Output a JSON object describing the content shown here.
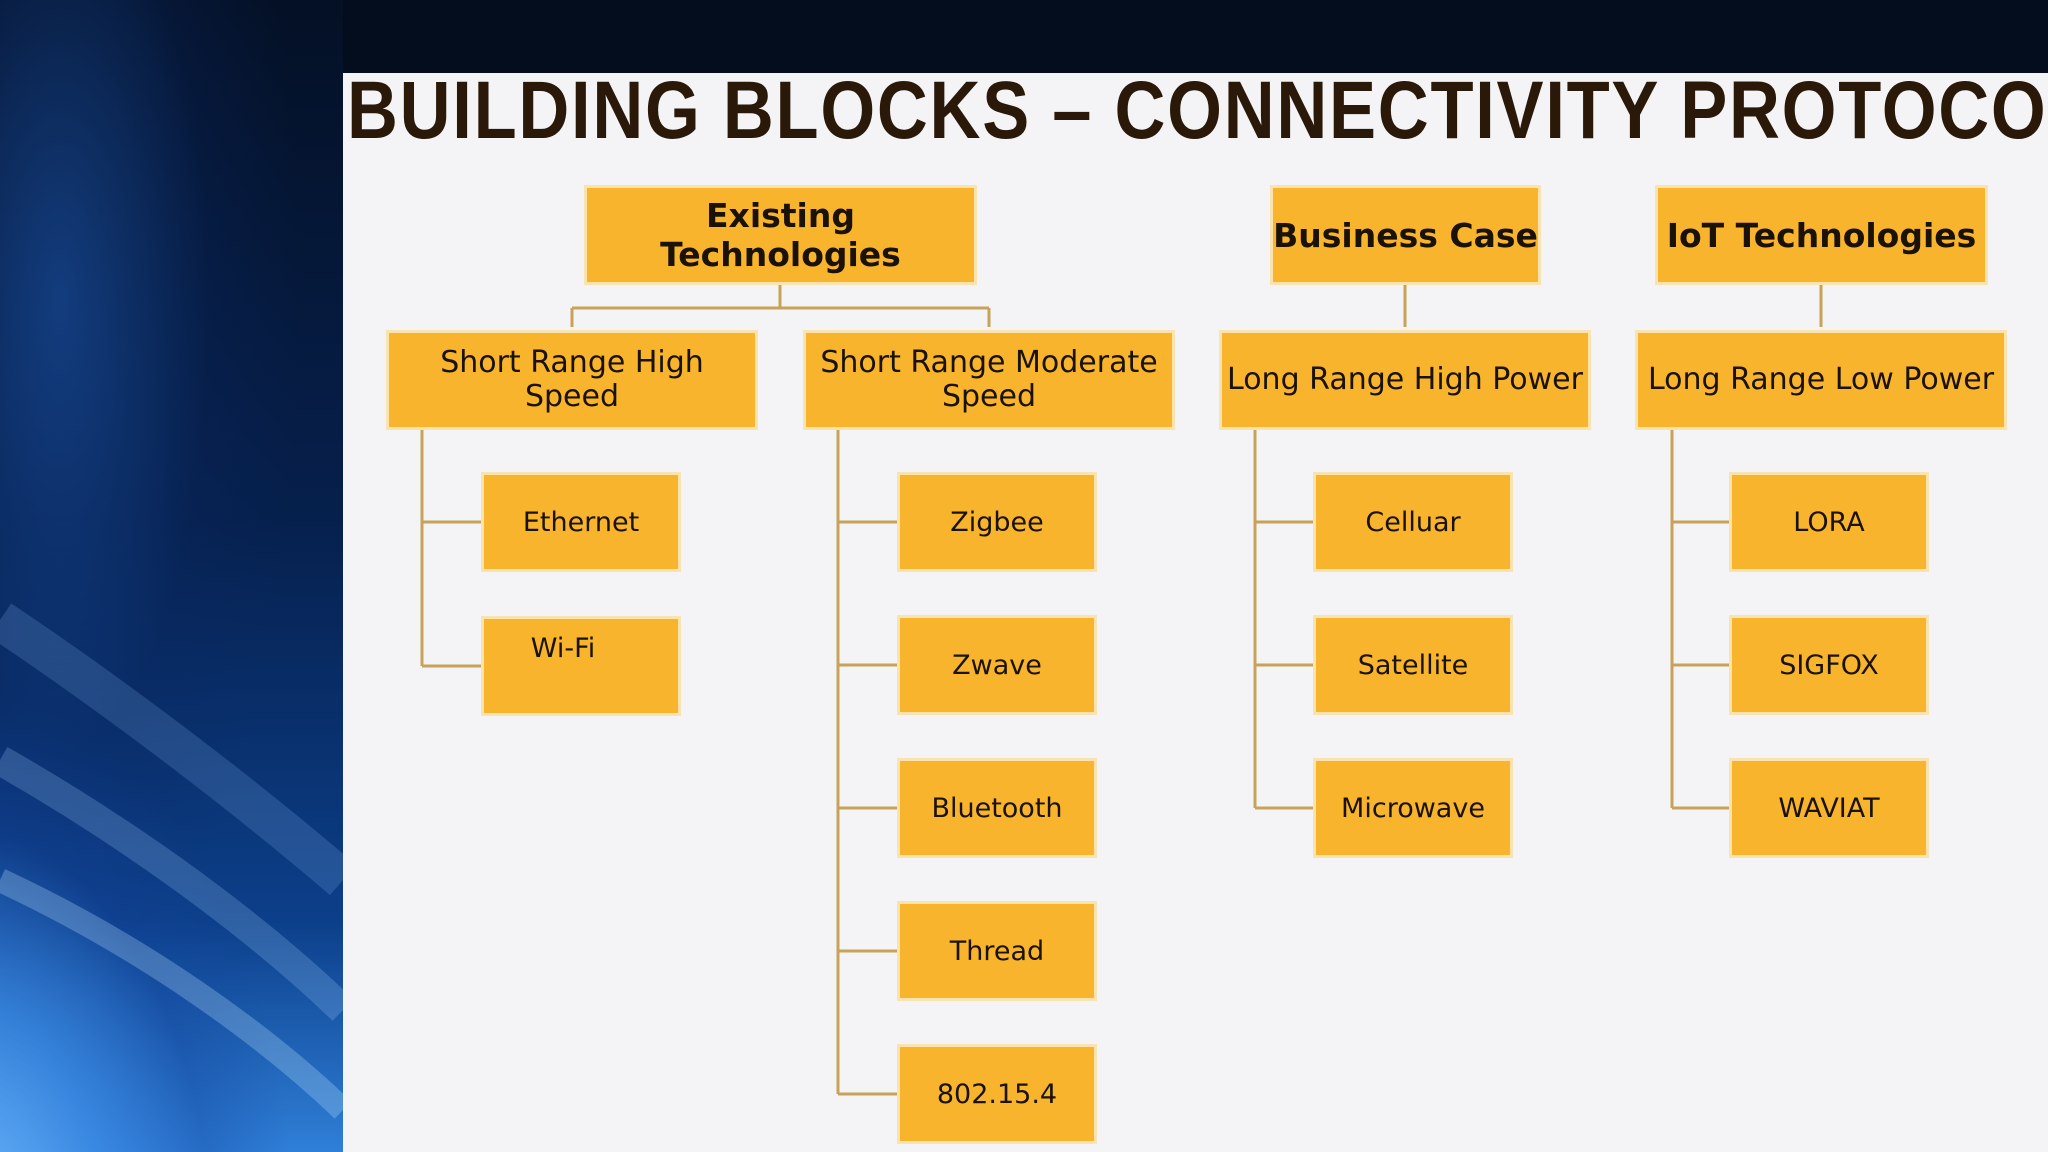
{
  "title": "BUILDING BLOCKS – CONNECTIVITY PROTOCOL",
  "colors": {
    "box_fill": "#f8b42c",
    "box_border": "#fbe3b0",
    "connector": "#c9a25a",
    "title": "#2a1808"
  },
  "columns": [
    {
      "header": "Existing Technologies"
    },
    {
      "header": "Business Case"
    },
    {
      "header": "IoT Technologies"
    }
  ],
  "branches": [
    {
      "label": "Short Range High Speed",
      "items": [
        "Ethernet",
        "Wi-Fi"
      ]
    },
    {
      "label": "Short Range Moderate Speed",
      "items": [
        "Zigbee",
        "Zwave",
        "Bluetooth",
        "Thread",
        "802.15.4"
      ]
    },
    {
      "label": "Long Range High Power",
      "items": [
        "Celluar",
        "Satellite",
        "Microwave"
      ]
    },
    {
      "label": "Long Range Low Power",
      "items": [
        "LORA",
        "SIGFOX",
        "WAVIAT"
      ]
    }
  ]
}
